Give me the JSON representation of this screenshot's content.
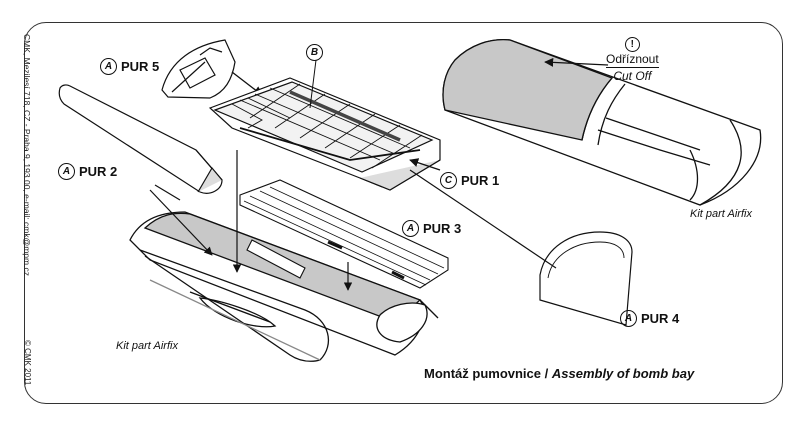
{
  "credits": {
    "side_text": "CMK, Mezilesí 718, CZ - Praha 9, 193 00, e-mail: cmk@mpm.cz",
    "copyright": "© CMK 2011"
  },
  "parts": [
    {
      "badge": "A",
      "name": "PUR 5"
    },
    {
      "badge": "B",
      "name": ""
    },
    {
      "badge": "A",
      "name": "PUR 2"
    },
    {
      "badge": "C",
      "name": "PUR 1"
    },
    {
      "badge": "A",
      "name": "PUR 3"
    },
    {
      "badge": "A",
      "name": "PUR 4"
    }
  ],
  "cut_note": {
    "symbol": "!",
    "czech": "Odříznout",
    "english": "Cut Off"
  },
  "kit_parts": [
    "Kit part Airfix",
    "Kit part Airfix"
  ],
  "caption": {
    "czech": "Montáž pumovnice /",
    "english": "Assembly of bomb bay"
  }
}
